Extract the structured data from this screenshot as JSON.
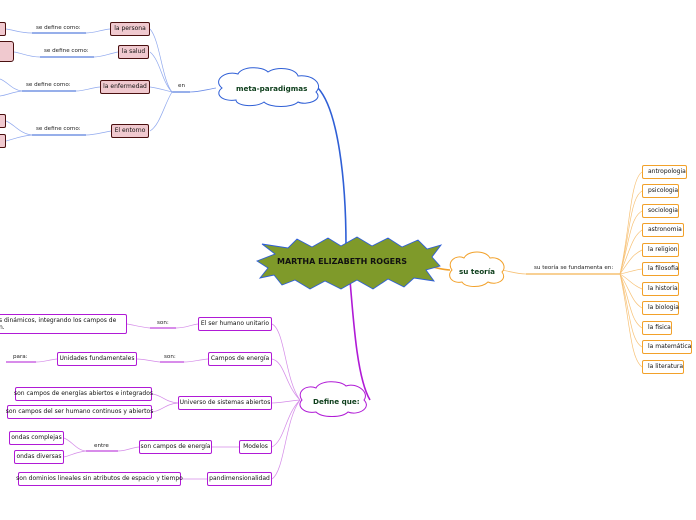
{
  "central": {
    "title": "MARTHA ELIZABETH ROGERS"
  },
  "meta": {
    "label": "meta-paradigmas",
    "connector": "en",
    "items": [
      {
        "name": "la persona",
        "link": "se define como:"
      },
      {
        "name": "la salud",
        "link": "se define como:"
      },
      {
        "name": "la enfermedad",
        "link": "se define como:"
      },
      {
        "name": "El entorno",
        "link": "se define como:"
      }
    ]
  },
  "teoria": {
    "label": "su teoría",
    "connector": "su teoría se fundamenta en:",
    "items": [
      "antropologia",
      "psicologia",
      "sociologia",
      "astronomia",
      "la religion",
      "la filosofia",
      "la historia",
      "la biologia",
      "la fisica",
      "la matemática",
      "la literatura"
    ]
  },
  "define": {
    "label": "Define que:",
    "ser_humano": {
      "name": "El ser humano unitario",
      "link": "son:",
      "desc": "s dinámicos, integrando los campos de n."
    },
    "campos": {
      "name": "Campos de energía",
      "link": "son:",
      "sub": "Unidades fundamentales",
      "sub_link": "para:"
    },
    "universo": {
      "name": "Universo de sistemas abiertos",
      "items": [
        "son campos de energías abiertos e integrados",
        "son campos del ser humano continuos y abiertos"
      ]
    },
    "modelos": {
      "name": "Modelos",
      "sub": "son campos de energía",
      "sub_link": "entre",
      "items": [
        "ondas complejas",
        "ondas diversas"
      ]
    },
    "pandim": {
      "name": "pandimensionalidad",
      "desc": "son dominios lineales sin atributos de espacio y tiempo"
    }
  },
  "colors": {
    "blue_branch": "#2f5fd6",
    "purple_branch": "#b01ad6",
    "orange_branch": "#f2a12a",
    "star_fill": "#7f9a2a",
    "bubble_fill": "#ffffff"
  }
}
